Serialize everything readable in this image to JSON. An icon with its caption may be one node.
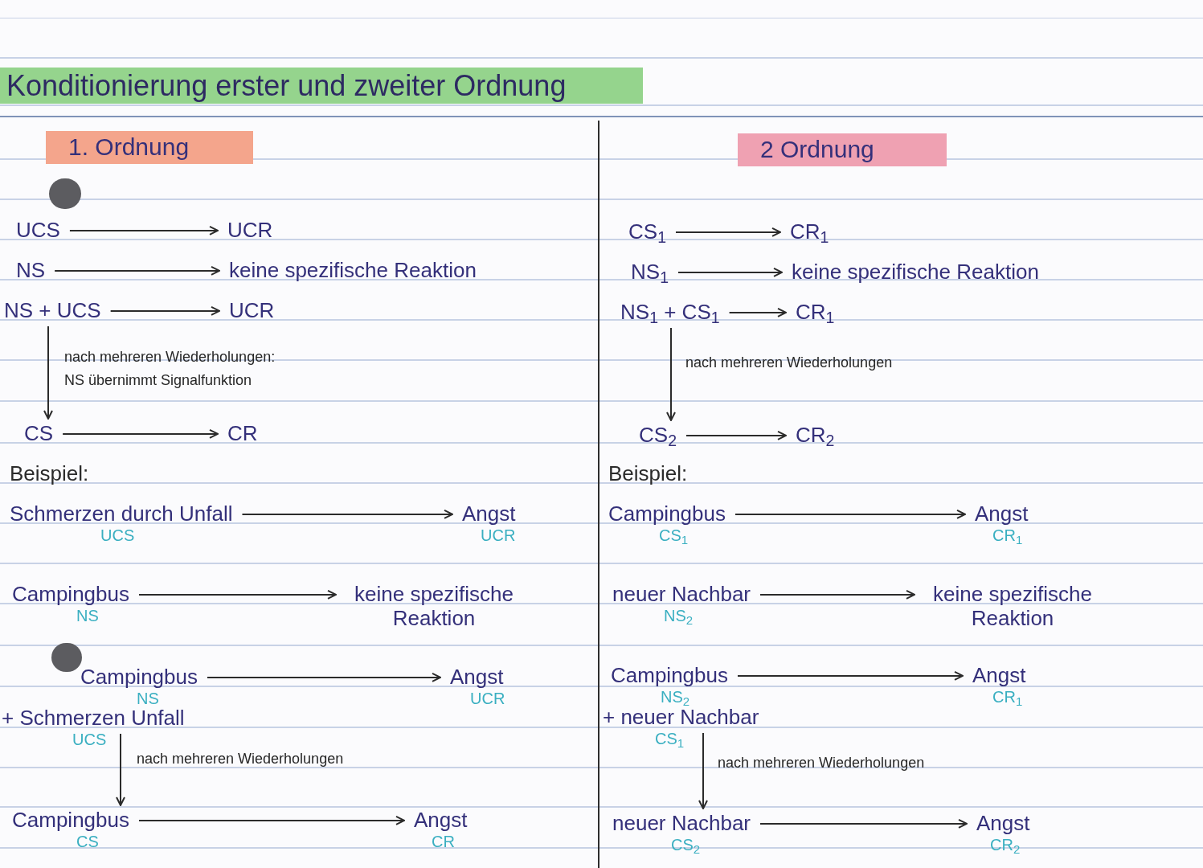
{
  "diagram": {
    "title": "Konditionierung erster und zweiter Ordnung",
    "nodes": [
      {
        "text": [
          "1. Ordnung"
        ]
      },
      {
        "text": [
          "UCS"
        ]
      },
      {
        "text": [
          "UCR"
        ]
      },
      {
        "text": [
          "NS"
        ]
      },
      {
        "text": [
          "keine spezifische Reaktion"
        ]
      },
      {
        "text": [
          "NS + UCS"
        ]
      },
      {
        "text": [
          "UCR"
        ]
      },
      {
        "text": [
          "CS"
        ]
      },
      {
        "text": [
          "CR"
        ]
      },
      {
        "text": [
          "Schmerzen durch Unfall"
        ],
        "beside": [
          "UCS"
        ]
      },
      {
        "text": [
          "Angst"
        ],
        "beside": [
          "UCR"
        ]
      },
      {
        "text": [
          "Campingbus"
        ],
        "beside": [
          "NS"
        ]
      },
      {
        "text": [
          "keine spezifische Reaktion"
        ]
      },
      {
        "text": [
          "Campingbus"
        ],
        "beside": [
          "NS"
        ]
      },
      {
        "text": [
          "Angst"
        ],
        "beside": [
          "UCR"
        ]
      },
      {
        "text": [
          "+ Schmerzen Unfall"
        ],
        "beside": [
          "UCS"
        ]
      },
      {
        "text": [
          "Campingbus"
        ],
        "beside": [
          "CS"
        ]
      },
      {
        "text": [
          "Angst"
        ],
        "beside": [
          "CR"
        ]
      },
      {
        "text": [
          "2 Ordnung"
        ]
      },
      {
        "text": [
          "CS$_{1}$"
        ]
      },
      {
        "text": [
          "CR$_{1}$"
        ]
      },
      {
        "text": [
          "NS$_{1}$"
        ]
      },
      {
        "text": [
          "keine spezifische Reaktion"
        ]
      },
      {
        "text": [
          "NS$_{1}$ + CS$_{1}$"
        ]
      },
      {
        "text": [
          "CR$_{1}$"
        ]
      },
      {
        "text": [
          "CS$_{2}$"
        ]
      },
      {
        "text": [
          "CR$_{2}$"
        ]
      },
      {
        "text": [
          "Campingbus"
        ],
        "beside": [
          "CS$_{1}$"
        ]
      },
      {
        "text": [
          "Angst"
        ],
        "beside": [
          "CR$_{1}$"
        ]
      },
      {
        "text": [
          "neuer Nachbar"
        ],
        "beside": [
          "NS$_{2}$"
        ]
      },
      {
        "text": [
          "keine spezifische Reaktion"
        ]
      },
      {
        "text": [
          "Campingbus"
        ],
        "beside": [
          "NS$_{2}$"
        ]
      },
      {
        "text": [
          "Angst"
        ],
        "beside": [
          "CR$_{1}$"
        ]
      },
      {
        "text": [
          "+ neuer Nachbar"
        ],
        "beside": [
          "CS$_{1}$"
        ]
      },
      {
        "text": [
          "neuer Nachbar"
        ],
        "beside": [
          "CS$_{2}$"
        ]
      },
      {
        "text": [
          "Angst"
        ],
        "beside": [
          "CR$_{2}$"
        ]
      }
    ],
    "edges": [
      {
        "from": 1,
        "to": 2,
        "arrow": "to"
      },
      {
        "from": 3,
        "to": 4,
        "arrow": "to"
      },
      {
        "from": 5,
        "to": 6,
        "arrow": "to"
      },
      {
        "from": 5,
        "to": 7,
        "arrow": "to",
        "label": "nach mehreren Wiederholungen: NS übernimmt Signalfunktion"
      },
      {
        "from": 7,
        "to": 8,
        "arrow": "to"
      },
      {
        "from": 9,
        "to": 10,
        "arrow": "to"
      },
      {
        "from": 11,
        "to": 12,
        "arrow": "to"
      },
      {
        "from": 13,
        "to": 14,
        "arrow": "to"
      },
      {
        "from": 15,
        "to": 16,
        "arrow": "to",
        "label": "nach mehreren Wiederholungen"
      },
      {
        "from": 16,
        "to": 17,
        "arrow": "to"
      },
      {
        "from": 19,
        "to": 20,
        "arrow": "to"
      },
      {
        "from": 21,
        "to": 22,
        "arrow": "to"
      },
      {
        "from": 23,
        "to": 24,
        "arrow": "to"
      },
      {
        "from": 23,
        "to": 25,
        "arrow": "to",
        "label": "nach mehreren Wiederholungen"
      },
      {
        "from": 25,
        "to": 26,
        "arrow": "to"
      },
      {
        "from": 27,
        "to": 28,
        "arrow": "to"
      },
      {
        "from": 29,
        "to": 30,
        "arrow": "to"
      },
      {
        "from": 31,
        "to": 32,
        "arrow": "to"
      },
      {
        "from": 33,
        "to": 34,
        "arrow": "to",
        "label": "nach mehreren Wiederholungen"
      },
      {
        "from": 34,
        "to": 35,
        "arrow": "to"
      }
    ],
    "labels": [
      "Beispiel:",
      "Beispiel:"
    ]
  }
}
